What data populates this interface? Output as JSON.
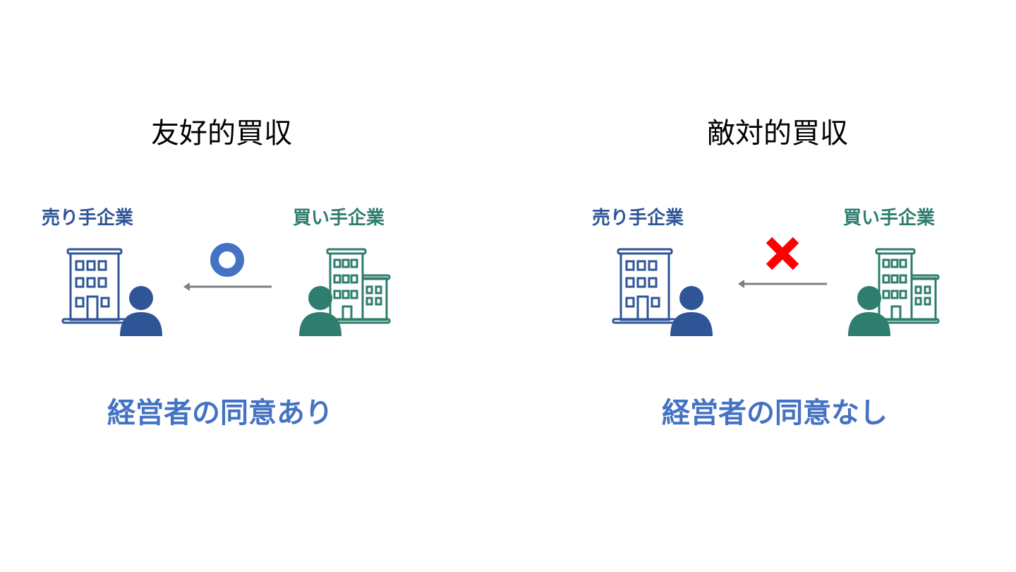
{
  "left": {
    "title": "友好的買収",
    "seller_label": "売り手企業",
    "buyer_label": "買い手企業",
    "mark": "circle",
    "consent": "経営者の同意あり"
  },
  "right": {
    "title": "敵対的買収",
    "seller_label": "売り手企業",
    "buyer_label": "買い手企業",
    "mark": "cross",
    "consent": "経営者の同意なし"
  },
  "colors": {
    "seller": "#2f5597",
    "buyer": "#2e7d6e",
    "consent": "#4472c4",
    "circle": "#4472c4",
    "cross": "#ff0000",
    "arrow": "#7f7f7f"
  }
}
